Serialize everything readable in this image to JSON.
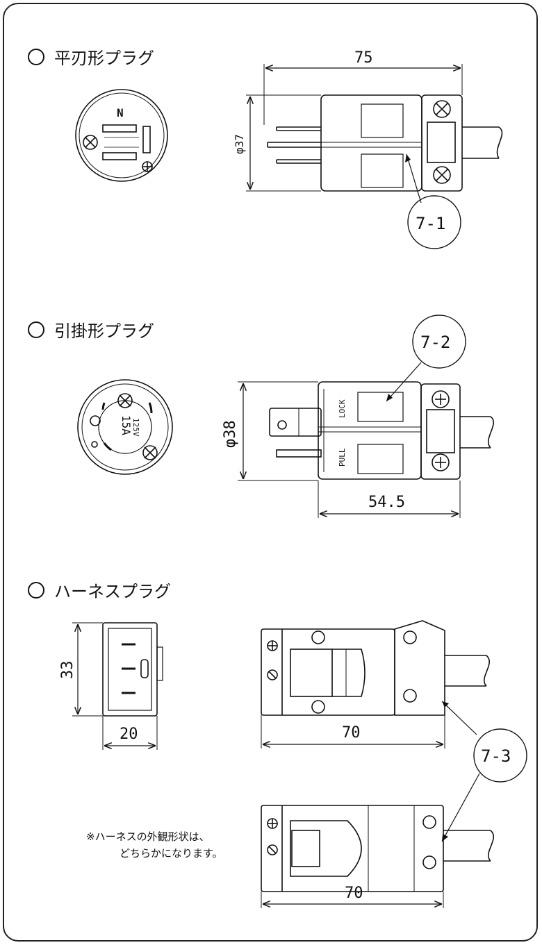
{
  "sections": [
    {
      "title": "平刃形プラグ"
    },
    {
      "title": "引掛形プラグ"
    },
    {
      "title": "ハーネスプラグ"
    }
  ],
  "dimensions": {
    "flat_length": "75",
    "flat_diameter": "φ37",
    "lock_diameter": "φ38",
    "lock_length": "54.5",
    "harness_height": "33",
    "harness_width": "20",
    "harness_length_a": "70",
    "harness_length_b": "70"
  },
  "callouts": {
    "flat": "7-1",
    "lock": "7-2",
    "harness": "7-3"
  },
  "plug_labels": {
    "lock_text": "LOCK",
    "pull_text": "PULL",
    "amp": "15A",
    "volt": "125V",
    "n_mark": "N"
  },
  "note": {
    "line1": "※ハーネスの外観形状は、",
    "line2": "どちらかになります。"
  }
}
